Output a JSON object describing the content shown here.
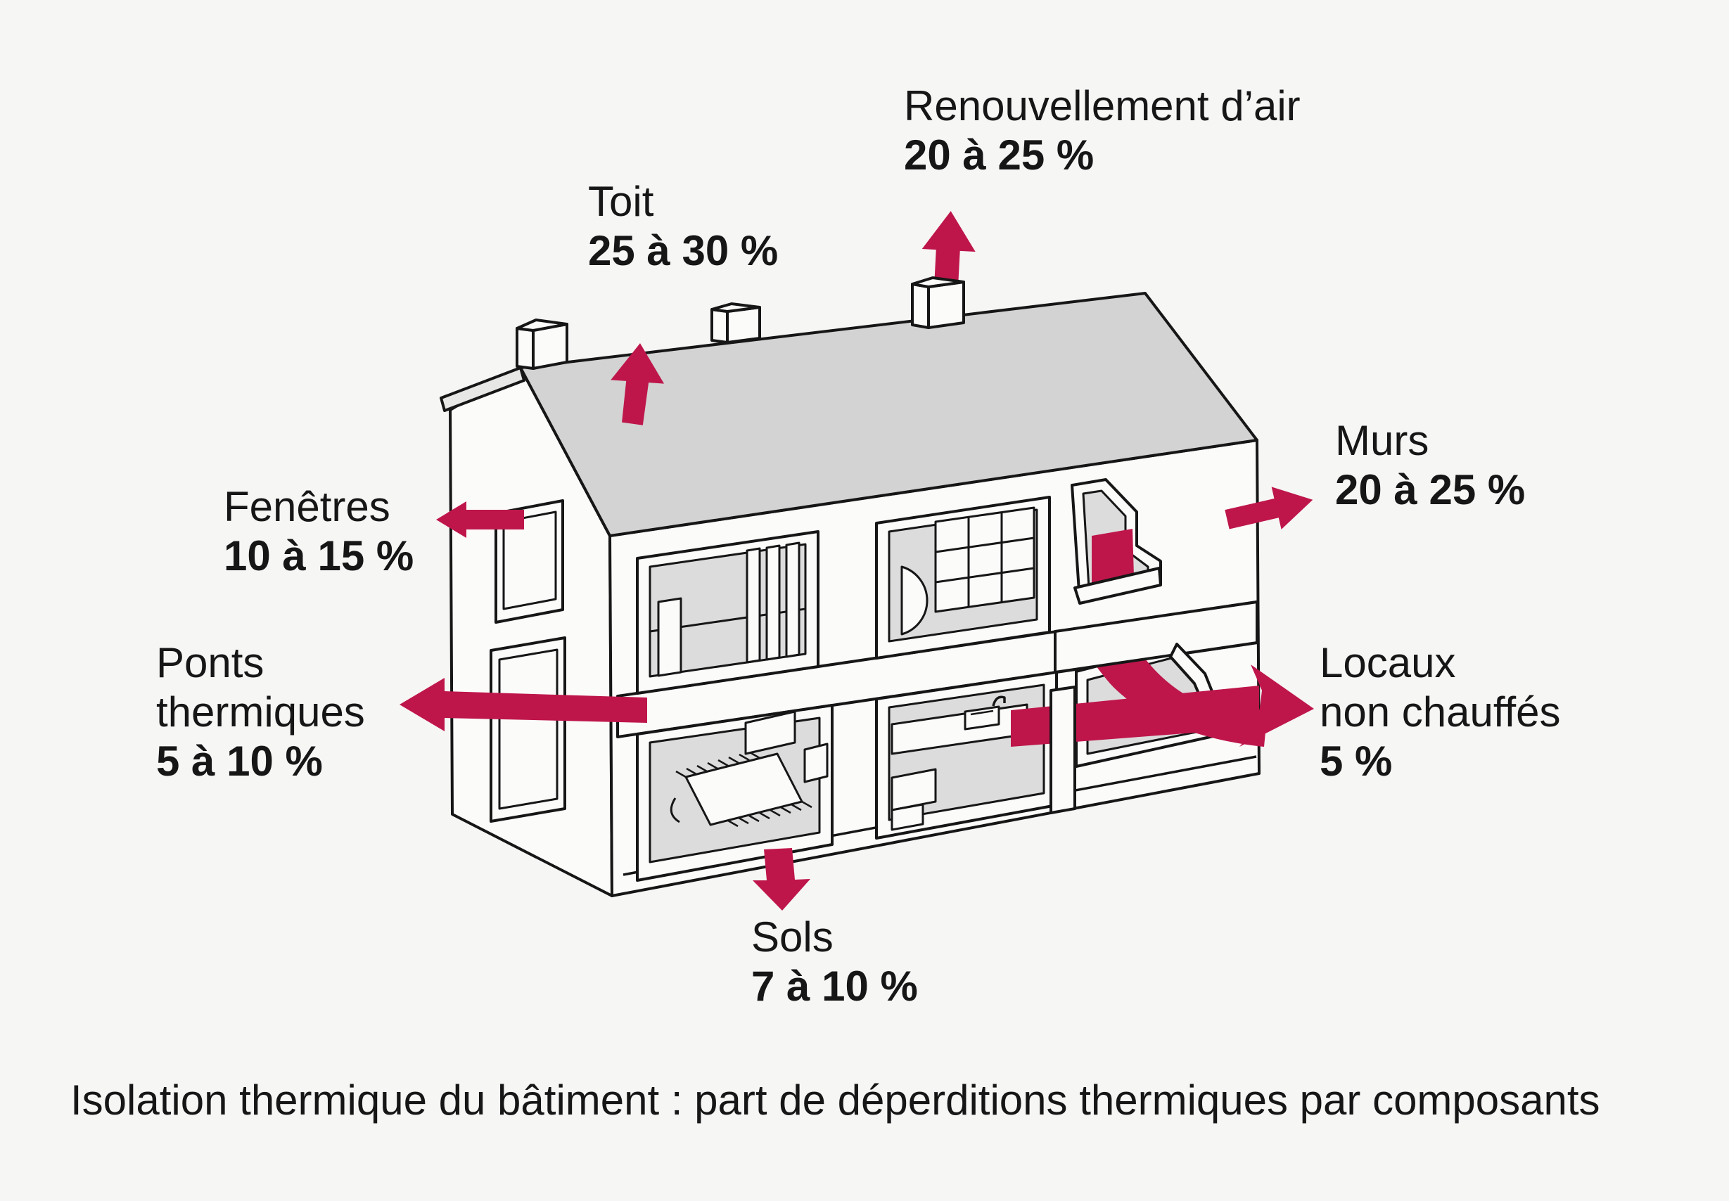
{
  "title_caption": "Isolation thermique du bâtiment : part de déperditions thermiques par composants",
  "colors": {
    "accent": "#be164b",
    "background": "#f6f6f5",
    "roof_gray": "#d3d3d3",
    "room_gray": "#dcdcdc",
    "line": "#161616"
  },
  "diagram": {
    "subject": "maison (coupe isométrique)",
    "components": [
      {
        "id": "toit",
        "label": "Toit",
        "value": "25 à 30 %",
        "arrow": "up-from-roof"
      },
      {
        "id": "renouvellement",
        "label": "Renouvellement d’air",
        "value": "20 à 25 %",
        "arrow": "up-from-chimney"
      },
      {
        "id": "murs",
        "label": "Murs",
        "value": "20 à 25 %",
        "arrow": "right-from-wall"
      },
      {
        "id": "fenetres",
        "label": "Fenêtres",
        "value": "10 à 15 %",
        "arrow": "left-from-window"
      },
      {
        "id": "ponts",
        "label_line1": "Ponts",
        "label_line2": "thermiques",
        "value": "5 à 10 %",
        "arrow": "left-from-floor-slab"
      },
      {
        "id": "locaux",
        "label_line1": "Locaux",
        "label_line2": "non chauffés",
        "value": "5 %",
        "arrow": "curved-right-through-rooms"
      },
      {
        "id": "sols",
        "label": "Sols",
        "value": "7 à 10 %",
        "arrow": "down-from-ground-floor"
      }
    ]
  },
  "labels": {
    "toit": {
      "name": "Toit",
      "value": "25 à 30 %"
    },
    "renouvellement": {
      "name": "Renouvellement d’air",
      "value": "20 à 25 %"
    },
    "murs": {
      "name": "Murs",
      "value": "20 à 25 %"
    },
    "fenetres": {
      "name": "Fenêtres",
      "value": "10 à 15 %"
    },
    "ponts": {
      "line1": "Ponts",
      "line2": "thermiques",
      "value": "5 à 10 %"
    },
    "locaux": {
      "line1": "Locaux",
      "line2": "non chauffés",
      "value": "5 %"
    },
    "sols": {
      "name": "Sols",
      "value": "7 à 10 %"
    }
  }
}
